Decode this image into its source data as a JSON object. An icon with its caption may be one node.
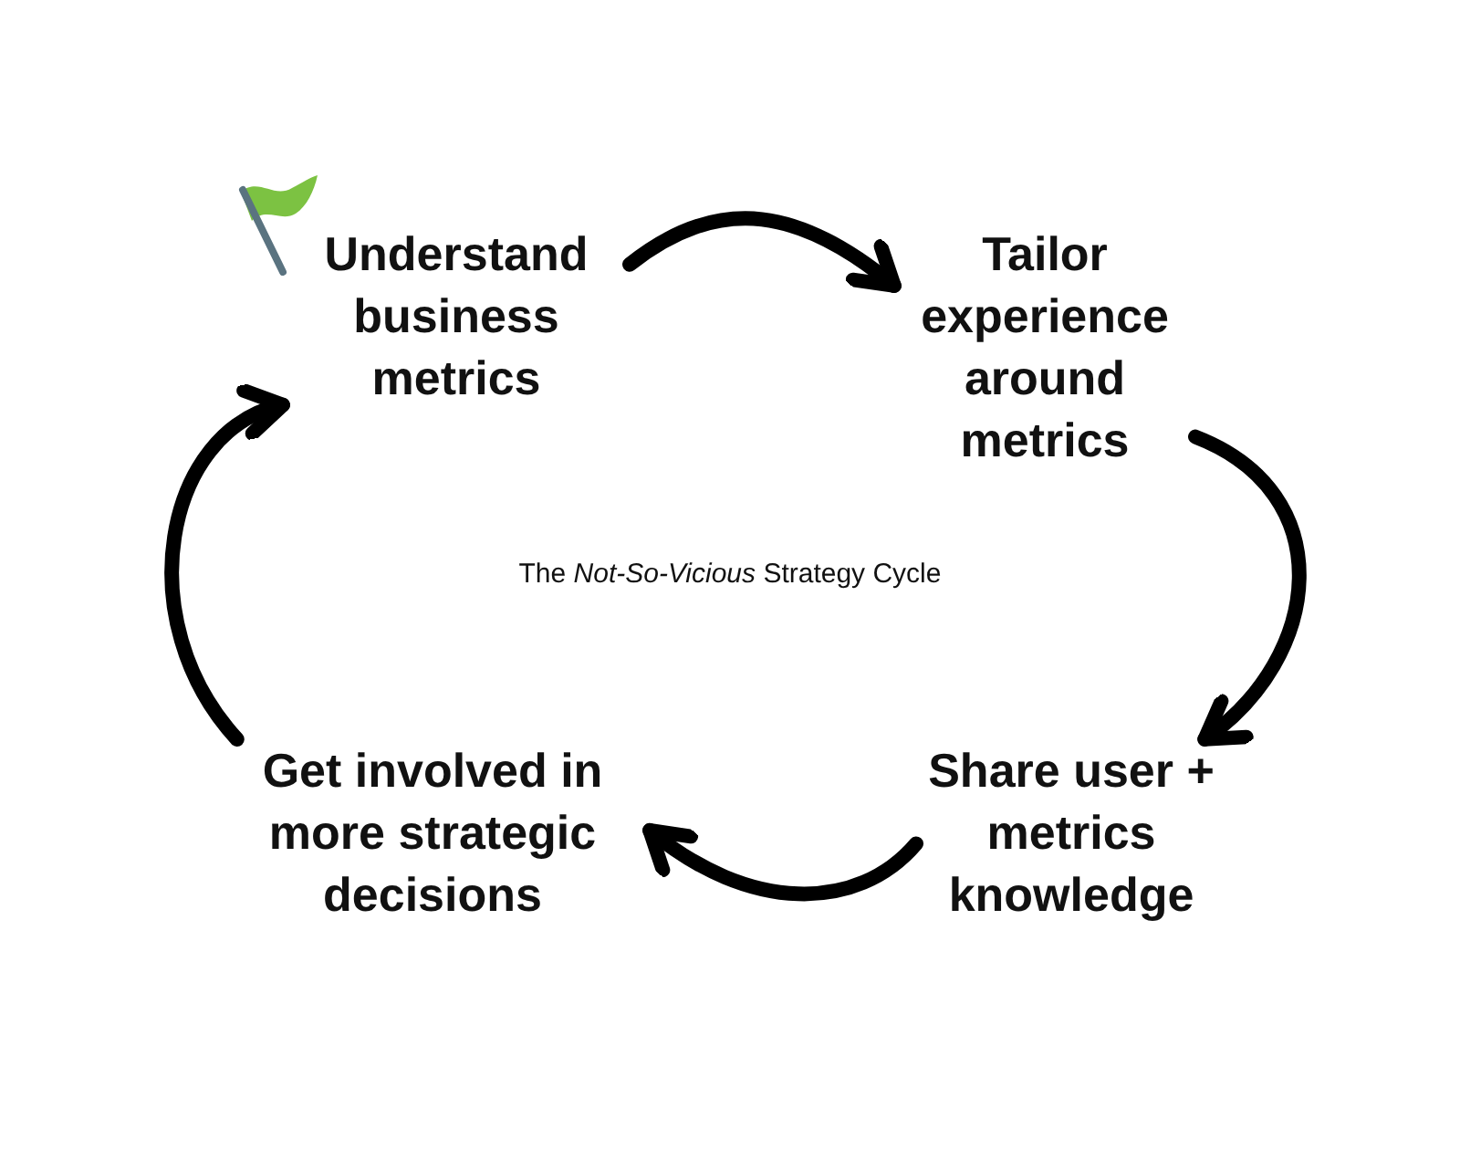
{
  "diagram": {
    "nodes": [
      {
        "text": [
          "Understand business metrics"
        ]
      },
      {
        "text": [
          "Tailor experience around metrics"
        ]
      },
      {
        "text": [
          "Share user + metrics knowledge"
        ]
      },
      {
        "text": [
          "Get involved in more strategic decisions"
        ]
      }
    ],
    "edges": [
      {
        "from": 0,
        "to": 1,
        "arrow": "to"
      },
      {
        "from": 1,
        "to": 2,
        "arrow": "to"
      },
      {
        "from": 2,
        "to": 3,
        "arrow": "to"
      },
      {
        "from": 3,
        "to": 0,
        "arrow": "to"
      }
    ],
    "labels": [
      "The *Not-So-Vicious* Strategy Cycle"
    ]
  }
}
